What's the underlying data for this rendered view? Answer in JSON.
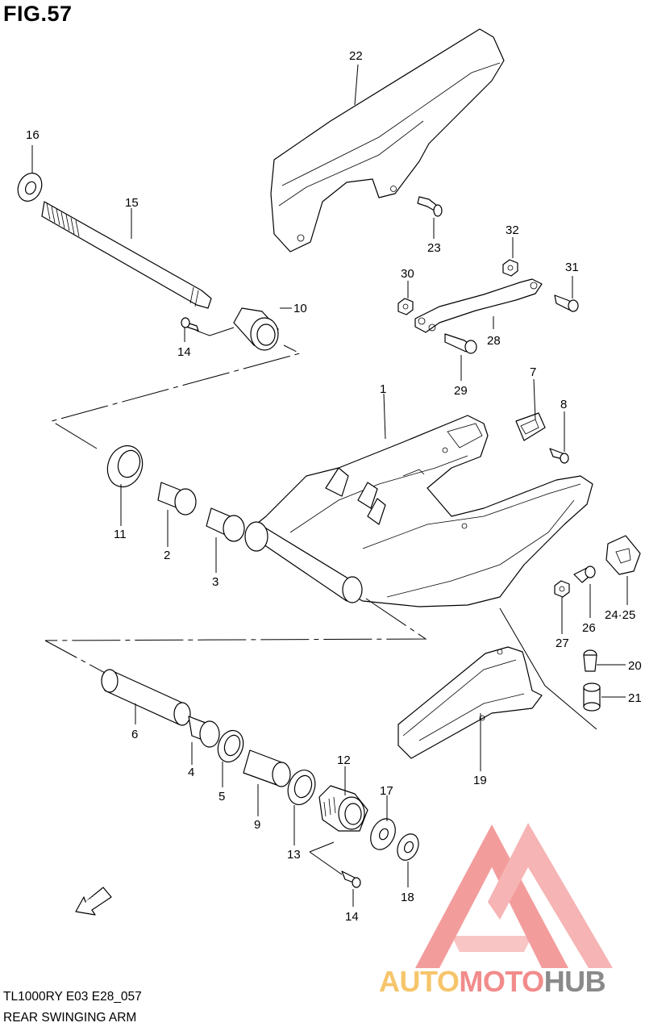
{
  "figure": {
    "title": "FIG.57",
    "model_code": "TL1000RY E03 E28_057",
    "part_name": "REAR SWINGING ARM"
  },
  "callouts": {
    "c1": "1",
    "c2": "2",
    "c3": "3",
    "c4": "4",
    "c5": "5",
    "c6": "6",
    "c7": "7",
    "c8": "8",
    "c9": "9",
    "c10": "10",
    "c11": "11",
    "c12": "12",
    "c13": "13",
    "c14a": "14",
    "c14b": "14",
    "c15": "15",
    "c16": "16",
    "c17": "17",
    "c18": "18",
    "c19": "19",
    "c20": "20",
    "c21": "21",
    "c22": "22",
    "c23": "23",
    "c24": "24·25",
    "c26": "26",
    "c27": "27",
    "c28": "28",
    "c29": "29",
    "c30": "30",
    "c31": "31",
    "c32": "32"
  },
  "fwd_label": "FWD",
  "watermark": {
    "part1": "AUTO",
    "part2": "MOTO",
    "part3": "HUB",
    "colors": {
      "auto": "#f6c56b",
      "moto": "#f28b8b",
      "hub": "#8a8a8a",
      "logo": "#f28b8b"
    }
  }
}
